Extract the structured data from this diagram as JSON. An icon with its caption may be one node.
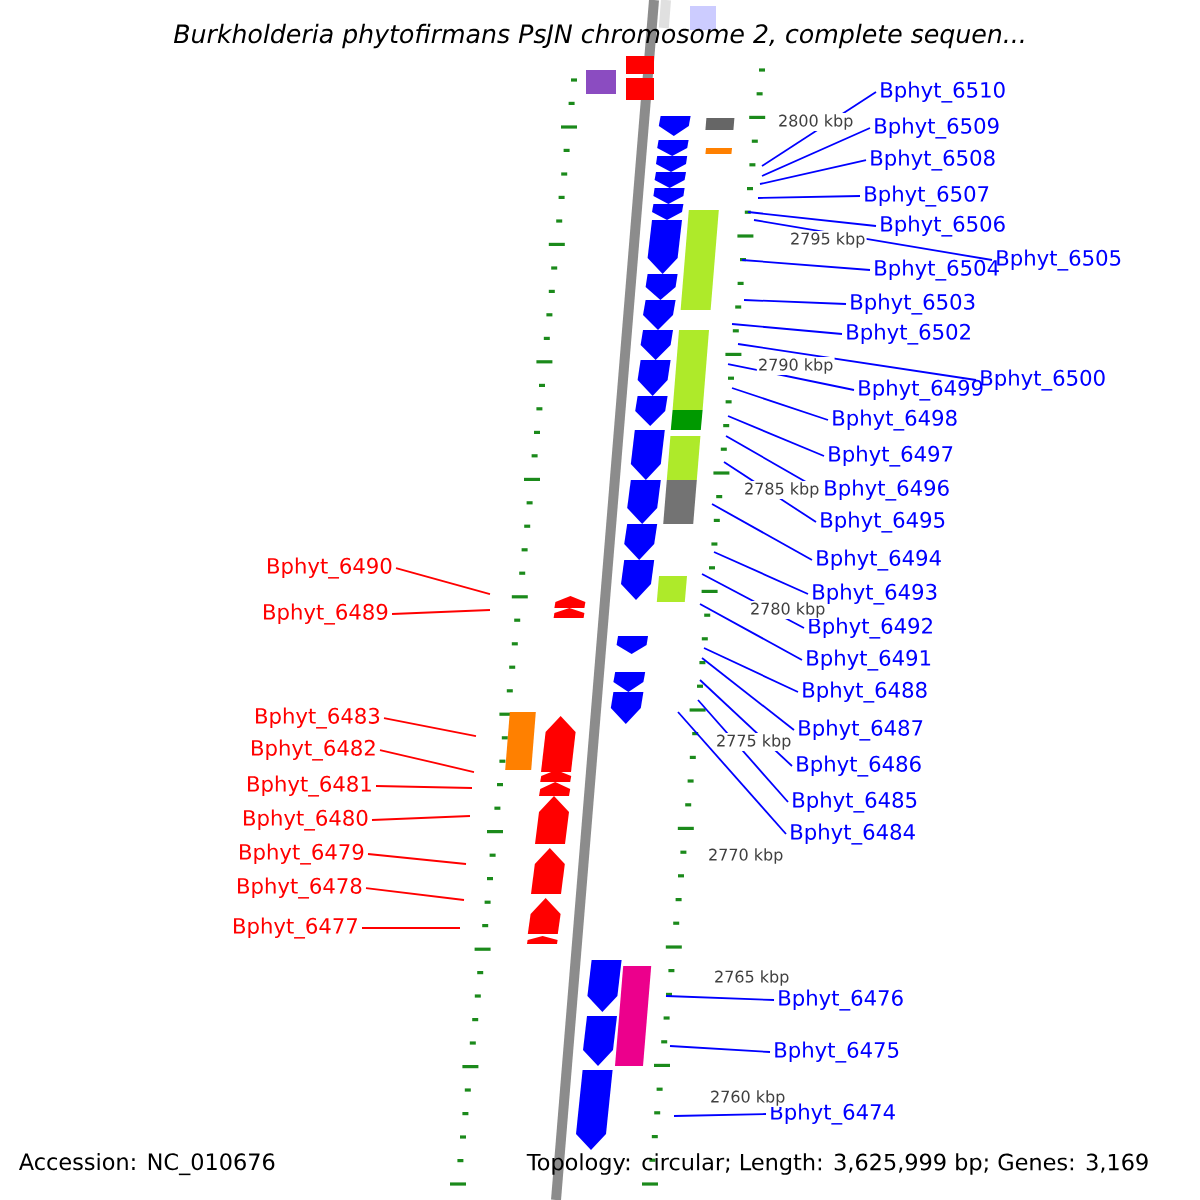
{
  "diagram": {
    "title": "*Burkholderia phytofirmans* PsJN chromosome 2, complete sequen...",
    "nodes": [
      {
        "text": [
          "Bphyt_6510"
        ]
      },
      {
        "text": [
          "Bphyt_6509"
        ]
      },
      {
        "text": [
          "Bphyt_6508"
        ]
      },
      {
        "text": [
          "Bphyt_6507"
        ]
      },
      {
        "text": [
          "Bphyt_6506"
        ]
      },
      {
        "text": [
          "Bphyt_6505"
        ]
      },
      {
        "text": [
          "Bphyt_6504"
        ]
      },
      {
        "text": [
          "Bphyt_6503"
        ]
      },
      {
        "text": [
          "Bphyt_6502"
        ]
      },
      {
        "text": [
          "Bphyt_6500"
        ]
      },
      {
        "text": [
          "Bphyt_6499"
        ]
      },
      {
        "text": [
          "Bphyt_6498"
        ]
      },
      {
        "text": [
          "Bphyt_6497"
        ]
      },
      {
        "text": [
          "Bphyt_6496"
        ]
      },
      {
        "text": [
          "Bphyt_6495"
        ]
      },
      {
        "text": [
          "Bphyt_6494"
        ]
      },
      {
        "text": [
          "Bphyt_6493"
        ]
      },
      {
        "text": [
          "Bphyt_6492"
        ]
      },
      {
        "text": [
          "Bphyt_6491"
        ]
      },
      {
        "text": [
          "Bphyt_6488"
        ]
      },
      {
        "text": [
          "Bphyt_6487"
        ]
      },
      {
        "text": [
          "Bphyt_6486"
        ]
      },
      {
        "text": [
          "Bphyt_6485"
        ]
      },
      {
        "text": [
          "Bphyt_6484"
        ]
      },
      {
        "text": [
          "Bphyt_6476"
        ]
      },
      {
        "text": [
          "Bphyt_6475"
        ]
      },
      {
        "text": [
          "Bphyt_6474"
        ]
      },
      {
        "text": [
          "Bphyt_6490"
        ]
      },
      {
        "text": [
          "Bphyt_6489"
        ]
      },
      {
        "text": [
          "Bphyt_6483"
        ]
      },
      {
        "text": [
          "Bphyt_6482"
        ]
      },
      {
        "text": [
          "Bphyt_6481"
        ]
      },
      {
        "text": [
          "Bphyt_6480"
        ]
      },
      {
        "text": [
          "Bphyt_6479"
        ]
      },
      {
        "text": [
          "Bphyt_6478"
        ]
      },
      {
        "text": [
          "Bphyt_6477"
        ]
      }
    ],
    "edges": [
      {
        "from": 0,
        "to": null,
        "arrow": "none"
      },
      {
        "from": 1,
        "to": null,
        "arrow": "none"
      },
      {
        "from": 2,
        "to": null,
        "arrow": "none"
      },
      {
        "from": 3,
        "to": null,
        "arrow": "none"
      },
      {
        "from": 4,
        "to": null,
        "arrow": "none"
      },
      {
        "from": 5,
        "to": null,
        "arrow": "none"
      },
      {
        "from": 6,
        "to": null,
        "arrow": "none"
      },
      {
        "from": 7,
        "to": null,
        "arrow": "none"
      },
      {
        "from": 8,
        "to": null,
        "arrow": "none"
      },
      {
        "from": 9,
        "to": null,
        "arrow": "none"
      },
      {
        "from": 10,
        "to": null,
        "arrow": "none"
      },
      {
        "from": 11,
        "to": null,
        "arrow": "none"
      },
      {
        "from": 12,
        "to": null,
        "arrow": "none"
      },
      {
        "from": 13,
        "to": null,
        "arrow": "none"
      },
      {
        "from": 14,
        "to": null,
        "arrow": "none"
      },
      {
        "from": 15,
        "to": null,
        "arrow": "none"
      },
      {
        "from": 16,
        "to": null,
        "arrow": "none"
      },
      {
        "from": 17,
        "to": null,
        "arrow": "none"
      },
      {
        "from": 18,
        "to": null,
        "arrow": "none"
      },
      {
        "from": 19,
        "to": null,
        "arrow": "none"
      },
      {
        "from": 20,
        "to": null,
        "arrow": "none"
      },
      {
        "from": 21,
        "to": null,
        "arrow": "none"
      },
      {
        "from": 22,
        "to": null,
        "arrow": "none"
      },
      {
        "from": 23,
        "to": null,
        "arrow": "none"
      },
      {
        "from": 24,
        "to": null,
        "arrow": "none"
      },
      {
        "from": 25,
        "to": null,
        "arrow": "none"
      },
      {
        "from": 26,
        "to": null,
        "arrow": "none"
      },
      {
        "from": 27,
        "to": null,
        "arrow": "none",
        "color": "#ff0000"
      },
      {
        "from": 28,
        "to": null,
        "arrow": "none",
        "color": "#ff0000"
      },
      {
        "from": 29,
        "to": null,
        "arrow": "none",
        "color": "#ff0000"
      },
      {
        "from": 30,
        "to": null,
        "arrow": "none",
        "color": "#ff0000"
      },
      {
        "from": 31,
        "to": null,
        "arrow": "none",
        "color": "#ff0000"
      },
      {
        "from": 32,
        "to": null,
        "arrow": "none",
        "color": "#ff0000"
      },
      {
        "from": 33,
        "to": null,
        "arrow": "none",
        "color": "#ff0000"
      },
      {
        "from": 34,
        "to": null,
        "arrow": "none",
        "color": "#ff0000"
      },
      {
        "from": 35,
        "to": null,
        "arrow": "none",
        "color": "#ff0000"
      }
    ],
    "labels": [
      "2800 kbp",
      "2795 kbp",
      "2790 kbp",
      "2785 kbp",
      "2780 kbp",
      "2775 kbp",
      "2770 kbp",
      "2765 kbp",
      "2760 kbp",
      "Accession: NC_010676",
      "Topology: circular; Length: 3,625,999 bp; Genes: 3,169"
    ]
  }
}
